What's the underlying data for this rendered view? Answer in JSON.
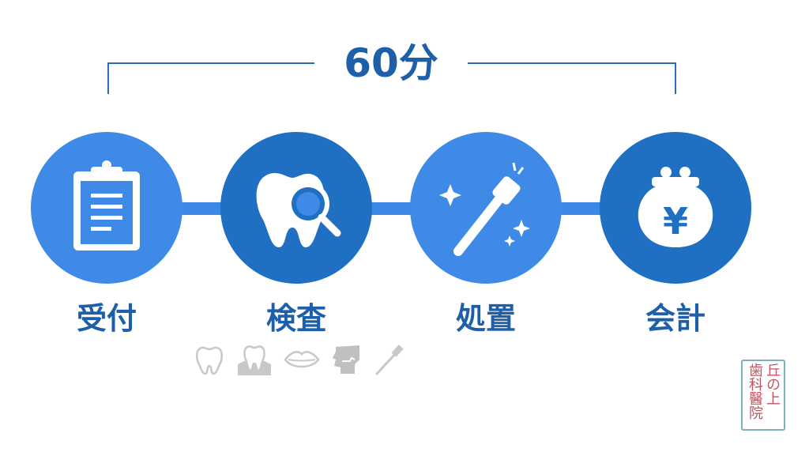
{
  "header": {
    "duration": "60分"
  },
  "steps": [
    {
      "label": "受付",
      "icon": "clipboard-icon"
    },
    {
      "label": "検査",
      "icon": "tooth-magnifier-icon"
    },
    {
      "label": "処置",
      "icon": "dental-drill-icon"
    },
    {
      "label": "会計",
      "icon": "yen-purse-icon"
    }
  ],
  "colors": {
    "light_blue": "#3e8ae6",
    "dark_blue": "#1f6fc2",
    "text_blue": "#1d5fa8"
  },
  "footer_icons": [
    "tooth-icon",
    "tooth-gum-icon",
    "lips-icon",
    "jaw-icon",
    "toothbrush-icon"
  ],
  "logo": {
    "col1": "丘の上",
    "col2": "歯科醫院"
  }
}
